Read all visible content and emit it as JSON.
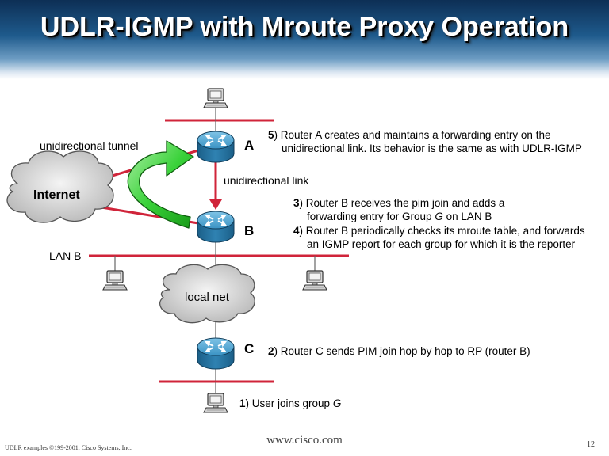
{
  "title": "UDLR-IGMP with Mroute Proxy Operation",
  "labels": {
    "unidirectional_tunnel": "unidirectional tunnel",
    "unidirectional_link": "unidirectional link",
    "internet": "Internet",
    "local_net": "local net",
    "lan_b": "LAN B",
    "router_a": "A",
    "router_b": "B",
    "router_c": "C"
  },
  "steps": {
    "s5": {
      "num": "5",
      "line1": ") Router A creates and maintains a forwarding entry on the",
      "line2": "unidirectional link. Its behavior is the same as with UDLR-IGMP"
    },
    "s3": {
      "num": "3",
      "line1": ") Router B receives the pim join and adds a",
      "line2a": "forwarding entry for Group ",
      "line2b": "G",
      "line2c": " on LAN B"
    },
    "s4": {
      "num": "4",
      "line1": ") Router B periodically checks its mroute table, and forwards",
      "line2": "an IGMP report for each group for which it is the reporter"
    },
    "s2": {
      "num": "2",
      "line1": ") Router C sends PIM join hop by hop to RP (router B)"
    },
    "s1": {
      "num": "1",
      "line1a": ") User joins group ",
      "line1b": "G"
    }
  },
  "footer": {
    "left": "UDLR examples ©199-2001, Cisco Systems, Inc.",
    "center": "www.cisco.com",
    "page": "12"
  },
  "colors": {
    "router": "#2a7fb0",
    "link_red": "#d0243a",
    "arrow_green": "#2fc52f"
  }
}
